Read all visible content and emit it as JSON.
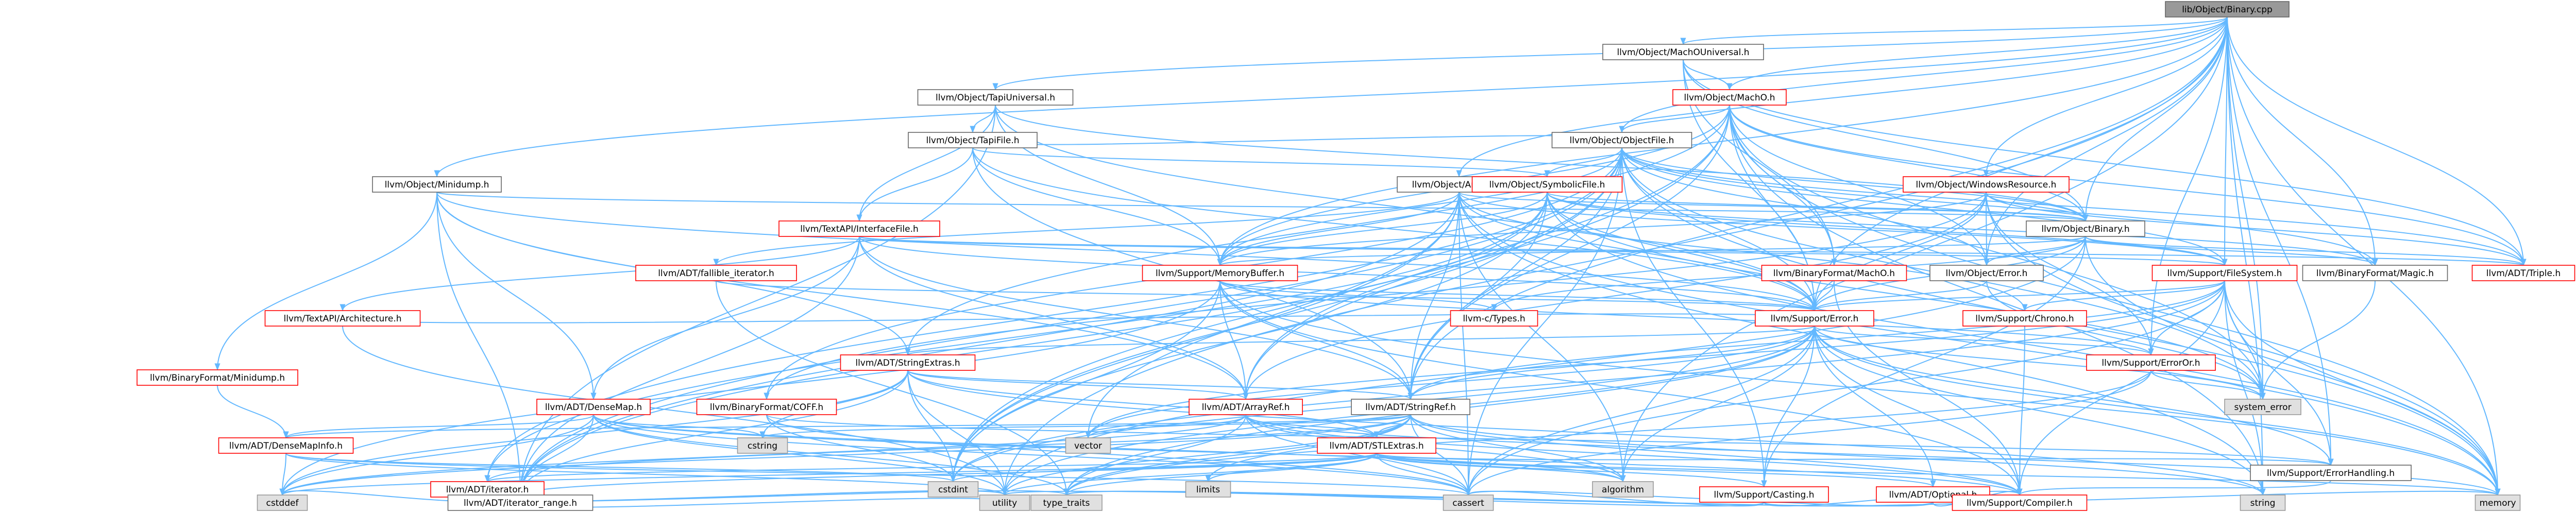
{
  "colors": {
    "root_fill": "#999999",
    "root_stroke": "#666666",
    "red_fill": "#ffffff",
    "red_stroke": "#ff0000",
    "gray_fill": "#e0e0e0",
    "gray_stroke": "#999999",
    "plain_fill": "#ffffff",
    "plain_stroke": "#666666",
    "edge": "#63b8ff",
    "arrow": "#63b8ff"
  },
  "nodes": [
    {
      "id": "root",
      "label": "lib/Object/Binary.cpp",
      "style": "root"
    },
    {
      "id": "macho_universal",
      "label": "llvm/Object/MachOUniversal.h",
      "style": "plain"
    },
    {
      "id": "tapi_universal",
      "label": "llvm/Object/TapiUniversal.h",
      "style": "plain"
    },
    {
      "id": "macho",
      "label": "llvm/Object/MachO.h",
      "style": "red"
    },
    {
      "id": "tapi_file",
      "label": "llvm/Object/TapiFile.h",
      "style": "plain"
    },
    {
      "id": "object_file",
      "label": "llvm/Object/ObjectFile.h",
      "style": "plain"
    },
    {
      "id": "minidump",
      "label": "llvm/Object/Minidump.h",
      "style": "plain"
    },
    {
      "id": "archive",
      "label": "llvm/Object/Archive.h",
      "style": "plain"
    },
    {
      "id": "symbolic_file",
      "label": "llvm/Object/SymbolicFile.h",
      "style": "red"
    },
    {
      "id": "windows_resource",
      "label": "llvm/Object/WindowsResource.h",
      "style": "red"
    },
    {
      "id": "textapi_interface",
      "label": "llvm/TextAPI/InterfaceFile.h",
      "style": "red"
    },
    {
      "id": "fallible_iterator",
      "label": "llvm/ADT/fallible_iterator.h",
      "style": "red"
    },
    {
      "id": "memory_buffer",
      "label": "llvm/Support/MemoryBuffer.h",
      "style": "red"
    },
    {
      "id": "object_binary",
      "label": "llvm/Object/Binary.h",
      "style": "plain"
    },
    {
      "id": "binary_magic",
      "label": "llvm/BinaryFormat/Magic.h",
      "style": "plain"
    },
    {
      "id": "adt_triple",
      "label": "llvm/ADT/Triple.h",
      "style": "red"
    },
    {
      "id": "object_error",
      "label": "llvm/Object/Error.h",
      "style": "plain"
    },
    {
      "id": "support_filesystem",
      "label": "llvm/Support/FileSystem.h",
      "style": "red"
    },
    {
      "id": "binformat_macho",
      "label": "llvm/BinaryFormat/MachO.h",
      "style": "red"
    },
    {
      "id": "textapi_arch",
      "label": "llvm/TextAPI/Architecture.h",
      "style": "red"
    },
    {
      "id": "binformat_minidump",
      "label": "llvm/BinaryFormat/Minidump.h",
      "style": "red"
    },
    {
      "id": "support_chrono",
      "label": "llvm/Support/Chrono.h",
      "style": "red"
    },
    {
      "id": "c_types",
      "label": "llvm-c/Types.h",
      "style": "red"
    },
    {
      "id": "support_error",
      "label": "llvm/Support/Error.h",
      "style": "red"
    },
    {
      "id": "adt_stringextras",
      "label": "llvm/ADT/StringExtras.h",
      "style": "red"
    },
    {
      "id": "adt_densemap",
      "label": "llvm/ADT/DenseMap.h",
      "style": "red"
    },
    {
      "id": "binformat_coff",
      "label": "llvm/BinaryFormat/COFF.h",
      "style": "red"
    },
    {
      "id": "support_erroror",
      "label": "llvm/Support/ErrorOr.h",
      "style": "red"
    },
    {
      "id": "system_error",
      "label": "system_error",
      "style": "gray"
    },
    {
      "id": "adt_arrayref",
      "label": "llvm/ADT/ArrayRef.h",
      "style": "red"
    },
    {
      "id": "adt_stringref",
      "label": "llvm/ADT/StringRef.h",
      "style": "plain"
    },
    {
      "id": "adt_densemapinfo",
      "label": "llvm/ADT/DenseMapInfo.h",
      "style": "red"
    },
    {
      "id": "cstring",
      "label": "cstring",
      "style": "gray"
    },
    {
      "id": "vector",
      "label": "vector",
      "style": "gray"
    },
    {
      "id": "adt_stlextras",
      "label": "llvm/ADT/STLExtras.h",
      "style": "red"
    },
    {
      "id": "cstdint",
      "label": "cstdint",
      "style": "gray"
    },
    {
      "id": "adt_iterator",
      "label": "llvm/ADT/iterator.h",
      "style": "red"
    },
    {
      "id": "limits",
      "label": "limits",
      "style": "gray"
    },
    {
      "id": "algorithm",
      "label": "algorithm",
      "style": "gray"
    },
    {
      "id": "support_casting",
      "label": "llvm/Support/Casting.h",
      "style": "red"
    },
    {
      "id": "adt_optional",
      "label": "llvm/ADT/Optional.h",
      "style": "red"
    },
    {
      "id": "support_errorhandling",
      "label": "llvm/Support/ErrorHandling.h",
      "style": "plain"
    },
    {
      "id": "cstddef",
      "label": "cstddef",
      "style": "gray"
    },
    {
      "id": "iterator_range",
      "label": "llvm/ADT/iterator_range.h",
      "style": "plain"
    },
    {
      "id": "type_traits",
      "label": "type_traits",
      "style": "gray"
    },
    {
      "id": "cassert",
      "label": "cassert",
      "style": "gray"
    },
    {
      "id": "support_compiler",
      "label": "llvm/Support/Compiler.h",
      "style": "red"
    },
    {
      "id": "string",
      "label": "string",
      "style": "gray"
    },
    {
      "id": "memory",
      "label": "memory",
      "style": "gray"
    },
    {
      "id": "utility",
      "label": "utility",
      "style": "gray"
    }
  ],
  "edges": [
    [
      "root",
      "macho_universal"
    ],
    [
      "root",
      "tapi_universal"
    ],
    [
      "root",
      "minidump"
    ],
    [
      "root",
      "archive"
    ],
    [
      "root",
      "macho"
    ],
    [
      "root",
      "object_file"
    ],
    [
      "root",
      "windows_resource"
    ],
    [
      "root",
      "object_binary"
    ],
    [
      "root",
      "binary_magic"
    ],
    [
      "root",
      "object_error"
    ],
    [
      "root",
      "support_filesystem"
    ],
    [
      "root",
      "memory_buffer"
    ],
    [
      "root",
      "support_error"
    ],
    [
      "root",
      "support_erroror"
    ],
    [
      "root",
      "adt_stringref"
    ],
    [
      "root",
      "support_errorhandling"
    ],
    [
      "root",
      "system_error"
    ],
    [
      "root",
      "memory"
    ],
    [
      "root",
      "utility"
    ],
    [
      "root",
      "algorithm"
    ],
    [
      "root",
      "string"
    ],
    [
      "root",
      "adt_triple"
    ],
    [
      "macho_universal",
      "macho"
    ],
    [
      "macho_universal",
      "object_binary"
    ],
    [
      "macho_universal",
      "binformat_macho"
    ],
    [
      "macho_universal",
      "adt_triple"
    ],
    [
      "macho_universal",
      "support_error"
    ],
    [
      "tapi_universal",
      "tapi_file"
    ],
    [
      "tapi_universal",
      "object_binary"
    ],
    [
      "tapi_universal",
      "memory_buffer"
    ],
    [
      "tapi_universal",
      "support_error"
    ],
    [
      "tapi_universal",
      "textapi_interface"
    ],
    [
      "tapi_universal",
      "iterator_range"
    ],
    [
      "macho",
      "object_file"
    ],
    [
      "macho",
      "object_binary"
    ],
    [
      "macho",
      "binformat_macho"
    ],
    [
      "macho",
      "adt_triple"
    ],
    [
      "macho",
      "support_error"
    ],
    [
      "macho",
      "adt_arrayref"
    ],
    [
      "macho",
      "adt_stringref"
    ],
    [
      "macho",
      "adt_stringextras"
    ],
    [
      "macho",
      "object_error"
    ],
    [
      "macho",
      "memory_buffer"
    ],
    [
      "macho",
      "system_error"
    ],
    [
      "macho",
      "memory"
    ],
    [
      "macho",
      "string"
    ],
    [
      "macho",
      "cstdint"
    ],
    [
      "macho",
      "binformat_magic_dummy_skip"
    ],
    [
      "tapi_file",
      "object_file"
    ],
    [
      "tapi_file",
      "symbolic_file"
    ],
    [
      "tapi_file",
      "memory_buffer"
    ],
    [
      "tapi_file",
      "support_error"
    ],
    [
      "tapi_file",
      "textapi_interface"
    ],
    [
      "tapi_file",
      "adt_stringref"
    ],
    [
      "object_file",
      "symbolic_file"
    ],
    [
      "object_file",
      "object_binary"
    ],
    [
      "object_file",
      "object_error"
    ],
    [
      "object_file",
      "memory_buffer"
    ],
    [
      "object_file",
      "binary_magic"
    ],
    [
      "object_file",
      "support_error"
    ],
    [
      "object_file",
      "adt_arrayref"
    ],
    [
      "object_file",
      "adt_stringref"
    ],
    [
      "object_file",
      "adt_triple"
    ],
    [
      "object_file",
      "support_filesystem"
    ],
    [
      "object_file",
      "cassert"
    ],
    [
      "object_file",
      "cstdint"
    ],
    [
      "object_file",
      "memory"
    ],
    [
      "object_file",
      "system_error"
    ],
    [
      "object_file",
      "adt_iterator"
    ],
    [
      "object_file",
      "support_casting"
    ],
    [
      "object_file",
      "iterator_range"
    ],
    [
      "object_file",
      "binformat_coff"
    ],
    [
      "minidump",
      "object_binary"
    ],
    [
      "minidump",
      "adt_densemap"
    ],
    [
      "minidump",
      "adt_stringextras"
    ],
    [
      "minidump",
      "binformat_minidump"
    ],
    [
      "minidump",
      "support_error"
    ],
    [
      "minidump",
      "iterator_range"
    ],
    [
      "minidump",
      "adt_arrayref"
    ],
    [
      "archive",
      "object_binary"
    ],
    [
      "archive",
      "fallible_iterator"
    ],
    [
      "archive",
      "memory_buffer"
    ],
    [
      "archive",
      "support_error"
    ],
    [
      "archive",
      "support_chrono"
    ],
    [
      "archive",
      "support_filesystem"
    ],
    [
      "archive",
      "adt_stringref"
    ],
    [
      "archive",
      "iterator_range"
    ],
    [
      "archive",
      "cassert"
    ],
    [
      "archive",
      "cstdint"
    ],
    [
      "archive",
      "memory"
    ],
    [
      "archive",
      "string"
    ],
    [
      "archive",
      "vector"
    ],
    [
      "archive",
      "algorithm"
    ],
    [
      "symbolic_file",
      "object_binary"
    ],
    [
      "symbolic_file",
      "binary_magic"
    ],
    [
      "symbolic_file",
      "memory_buffer"
    ],
    [
      "symbolic_file",
      "support_error"
    ],
    [
      "symbolic_file",
      "support_filesystem"
    ],
    [
      "symbolic_file",
      "adt_stringref"
    ],
    [
      "symbolic_file",
      "adt_iterator"
    ],
    [
      "symbolic_file",
      "iterator_range"
    ],
    [
      "symbolic_file",
      "cinttypes_skip"
    ],
    [
      "symbolic_file",
      "cstdint"
    ],
    [
      "symbolic_file",
      "memory"
    ],
    [
      "symbolic_file",
      "system_error"
    ],
    [
      "windows_resource",
      "object_binary"
    ],
    [
      "windows_resource",
      "object_error"
    ],
    [
      "windows_resource",
      "binformat_coff"
    ],
    [
      "windows_resource",
      "support_error"
    ],
    [
      "windows_resource",
      "memory_buffer"
    ],
    [
      "windows_resource",
      "adt_arrayref"
    ],
    [
      "windows_resource",
      "support_erroror"
    ],
    [
      "windows_resource",
      "memory"
    ],
    [
      "windows_resource",
      "adt_triple"
    ],
    [
      "textapi_interface",
      "textapi_arch"
    ],
    [
      "textapi_interface",
      "support_error"
    ],
    [
      "textapi_interface",
      "adt_stringref"
    ],
    [
      "textapi_interface",
      "adt_densemap"
    ],
    [
      "textapi_interface",
      "adt_triple"
    ],
    [
      "textapi_interface",
      "support_filesystem"
    ],
    [
      "textapi_interface",
      "iterator_range"
    ],
    [
      "textapi_interface",
      "adt_arrayref"
    ],
    [
      "fallible_iterator",
      "support_error"
    ],
    [
      "fallible_iterator",
      "type_traits"
    ],
    [
      "memory_buffer",
      "c_types"
    ],
    [
      "memory_buffer",
      "adt_arrayref"
    ],
    [
      "memory_buffer",
      "adt_stringref"
    ],
    [
      "memory_buffer",
      "support_error"
    ],
    [
      "memory_buffer",
      "support_erroror"
    ],
    [
      "memory_buffer",
      "cstddef"
    ],
    [
      "memory_buffer",
      "cstdint"
    ],
    [
      "memory_buffer",
      "memory"
    ],
    [
      "memory_buffer",
      "support_compiler"
    ],
    [
      "object_binary",
      "binary_magic"
    ],
    [
      "object_binary",
      "adt_triple"
    ],
    [
      "object_binary",
      "object_error"
    ],
    [
      "object_binary",
      "support_error"
    ],
    [
      "object_binary",
      "memory_buffer"
    ],
    [
      "object_binary",
      "memory"
    ],
    [
      "object_binary",
      "utility"
    ],
    [
      "object_binary",
      "c_types"
    ],
    [
      "object_binary",
      "support_casting"
    ],
    [
      "binary_magic",
      "system_error"
    ],
    [
      "object_error",
      "support_error"
    ],
    [
      "object_error",
      "system_error"
    ],
    [
      "support_filesystem",
      "support_error"
    ],
    [
      "support_filesystem",
      "support_erroror"
    ],
    [
      "support_filesystem",
      "support_chrono"
    ],
    [
      "support_filesystem",
      "adt_stringref"
    ],
    [
      "support_filesystem",
      "support_errorhandling"
    ],
    [
      "support_filesystem",
      "system_error"
    ],
    [
      "support_filesystem",
      "memory"
    ],
    [
      "support_filesystem",
      "string"
    ],
    [
      "support_filesystem",
      "vector"
    ],
    [
      "support_filesystem",
      "cassert"
    ],
    [
      "support_filesystem",
      "cstdint"
    ],
    [
      "support_filesystem",
      "support_compiler"
    ],
    [
      "binformat_macho",
      "support_compiler"
    ],
    [
      "binformat_macho",
      "support_error"
    ],
    [
      "textapi_arch",
      "support_error"
    ],
    [
      "textapi_arch",
      "utility"
    ],
    [
      "binformat_minidump",
      "adt_densemapinfo"
    ],
    [
      "support_chrono",
      "support_compiler"
    ],
    [
      "support_error",
      "adt_stringextras"
    ],
    [
      "support_error",
      "support_erroror"
    ],
    [
      "support_error",
      "adt_stringref"
    ],
    [
      "support_error",
      "support_casting"
    ],
    [
      "support_error",
      "support_errorhandling"
    ],
    [
      "support_error",
      "algorithm"
    ],
    [
      "support_error",
      "cassert"
    ],
    [
      "support_error",
      "cstdint"
    ],
    [
      "support_error",
      "memory"
    ],
    [
      "support_error",
      "string"
    ],
    [
      "support_error",
      "system_error"
    ],
    [
      "support_error",
      "type_traits"
    ],
    [
      "support_error",
      "utility"
    ],
    [
      "support_error",
      "vector"
    ],
    [
      "support_error",
      "adt_optional"
    ],
    [
      "support_error",
      "support_compiler"
    ],
    [
      "adt_stringextras",
      "adt_arrayref"
    ],
    [
      "adt_stringextras",
      "adt_stringref"
    ],
    [
      "adt_stringextras",
      "cstddef"
    ],
    [
      "adt_stringextras",
      "cstdint"
    ],
    [
      "adt_stringextras",
      "cstring"
    ],
    [
      "adt_stringextras",
      "iterator_range"
    ],
    [
      "adt_stringextras",
      "string"
    ],
    [
      "adt_stringextras",
      "utility"
    ],
    [
      "adt_stringextras",
      "adt_stlextras"
    ],
    [
      "adt_densemap",
      "adt_densemapinfo"
    ],
    [
      "adt_densemap",
      "support_compiler"
    ],
    [
      "adt_densemap",
      "algorithm"
    ],
    [
      "adt_densemap",
      "cassert"
    ],
    [
      "adt_densemap",
      "cstddef"
    ],
    [
      "adt_densemap",
      "cstring"
    ],
    [
      "adt_densemap",
      "iterator_range"
    ],
    [
      "adt_densemap",
      "type_traits"
    ],
    [
      "adt_densemap",
      "utility"
    ],
    [
      "binformat_coff",
      "support_errorhandling"
    ],
    [
      "binformat_coff",
      "cassert"
    ],
    [
      "binformat_coff",
      "cstdint"
    ],
    [
      "support_erroror",
      "system_error"
    ],
    [
      "support_erroror",
      "type_traits"
    ],
    [
      "support_erroror",
      "cassert"
    ],
    [
      "adt_arrayref",
      "adt_stlextras"
    ],
    [
      "adt_arrayref",
      "support_compiler"
    ],
    [
      "adt_arrayref",
      "vector"
    ],
    [
      "adt_arrayref",
      "algorithm"
    ],
    [
      "adt_arrayref",
      "cassert"
    ],
    [
      "adt_arrayref",
      "cstddef"
    ],
    [
      "adt_arrayref",
      "memory"
    ],
    [
      "adt_arrayref",
      "type_traits"
    ],
    [
      "adt_stringref",
      "adt_densemapinfo"
    ],
    [
      "adt_stringref",
      "adt_stlextras"
    ],
    [
      "adt_stringref",
      "adt_iterator"
    ],
    [
      "adt_stringref",
      "support_compiler"
    ],
    [
      "adt_stringref",
      "algorithm"
    ],
    [
      "adt_stringref",
      "cassert"
    ],
    [
      "adt_stringref",
      "cstddef"
    ],
    [
      "adt_stringref",
      "cstring"
    ],
    [
      "adt_stringref",
      "limits"
    ],
    [
      "adt_stringref",
      "string"
    ],
    [
      "adt_stringref",
      "type_traits"
    ],
    [
      "adt_stringref",
      "utility"
    ],
    [
      "adt_densemapinfo",
      "cassert"
    ],
    [
      "adt_densemapinfo",
      "cstddef"
    ],
    [
      "adt_densemapinfo",
      "cstdint"
    ],
    [
      "adt_densemapinfo",
      "utility"
    ],
    [
      "adt_stlextras",
      "adt_iterator"
    ],
    [
      "adt_stlextras",
      "iterator_range"
    ],
    [
      "adt_stlextras",
      "support_errorhandling"
    ],
    [
      "adt_stlextras",
      "support_casting"
    ],
    [
      "adt_stlextras",
      "adt_optional"
    ],
    [
      "adt_stlextras",
      "algorithm"
    ],
    [
      "adt_stlextras",
      "cassert"
    ],
    [
      "adt_stlextras",
      "cstddef"
    ],
    [
      "adt_stlextras",
      "cstdint"
    ],
    [
      "adt_stlextras",
      "limits"
    ],
    [
      "adt_stlextras",
      "memory"
    ],
    [
      "adt_stlextras",
      "type_traits"
    ],
    [
      "adt_stlextras",
      "utility"
    ],
    [
      "adt_iterator",
      "iterator_range"
    ],
    [
      "adt_iterator",
      "cstddef"
    ],
    [
      "adt_iterator",
      "type_traits"
    ],
    [
      "adt_iterator",
      "utility"
    ],
    [
      "support_casting",
      "support_compiler"
    ],
    [
      "support_casting",
      "cassert"
    ],
    [
      "support_casting",
      "memory"
    ],
    [
      "support_casting",
      "type_traits"
    ],
    [
      "adt_optional",
      "support_compiler"
    ],
    [
      "adt_optional",
      "cassert"
    ],
    [
      "adt_optional",
      "type_traits"
    ],
    [
      "adt_optional",
      "utility"
    ],
    [
      "support_errorhandling",
      "support_compiler"
    ],
    [
      "iterator_range",
      "utility"
    ]
  ]
}
